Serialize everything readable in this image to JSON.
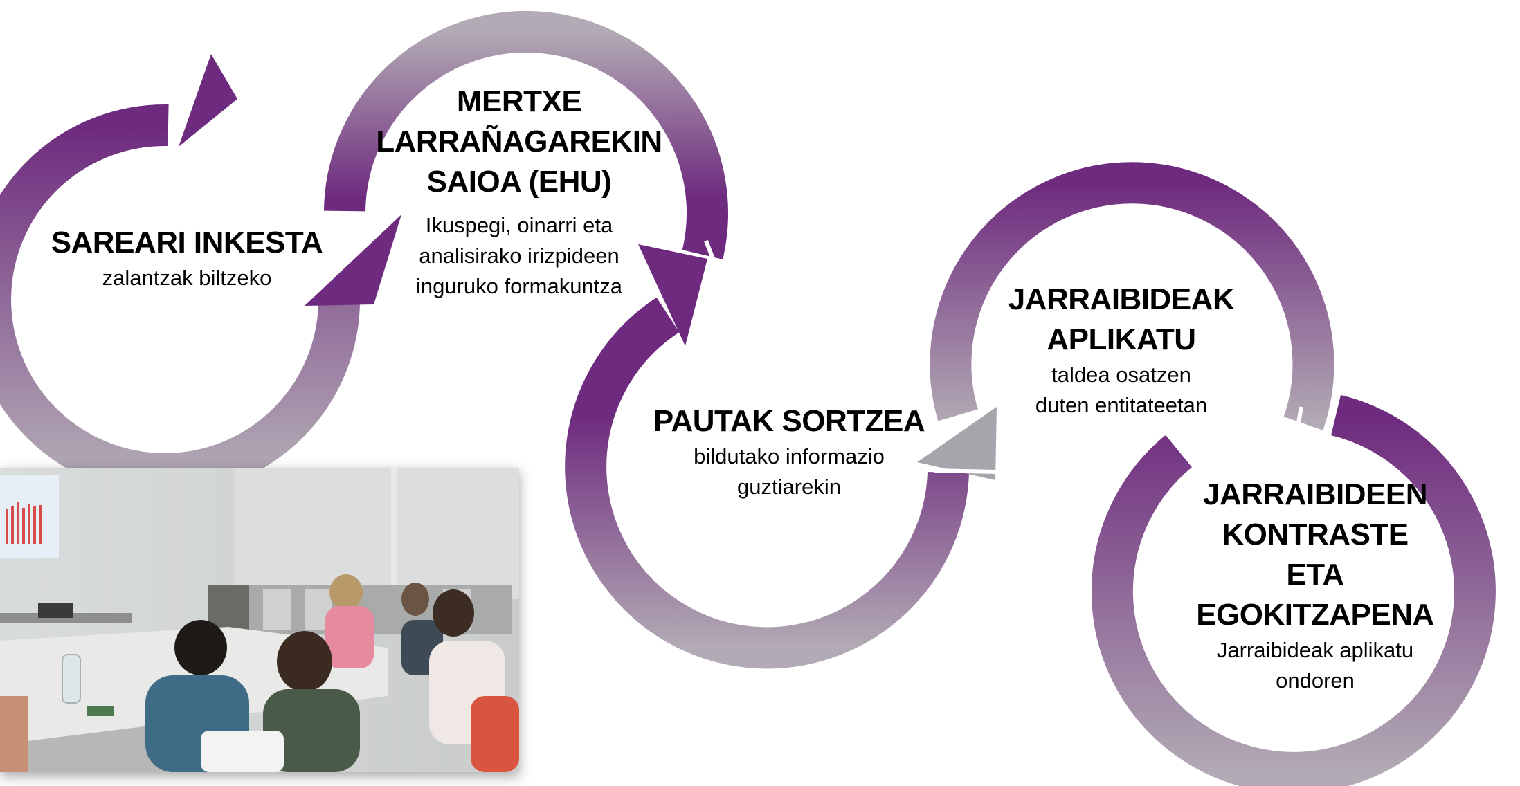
{
  "colors": {
    "arrow_dark": "#6e2a7e",
    "arrow_light": "#b2aab4"
  },
  "steps": [
    {
      "title": "SAREARI INKESTA",
      "description": "zalantzak biltzeko"
    },
    {
      "title": "MERTXE\nLARRAÑAGAREKIN\nSAIOA (EHU)",
      "description": "Ikuspegi, oinarri eta\nanalisirako irizpideen\ninguruko formakuntza"
    },
    {
      "title": "PAUTAK SORTZEA",
      "description": "bildutako informazio\nguztiarekin"
    },
    {
      "title": "JARRAIBIDEAK\nAPLIKATU",
      "description": "taldea osatzen\nduten entitateetan"
    },
    {
      "title": "JARRAIBIDEEN\nKONTRASTE\nETA\nEGOKITZAPENA",
      "description": "Jarraibideak aplikatu\nondoren"
    }
  ],
  "photo": {
    "icon": "meeting-room-photo"
  }
}
